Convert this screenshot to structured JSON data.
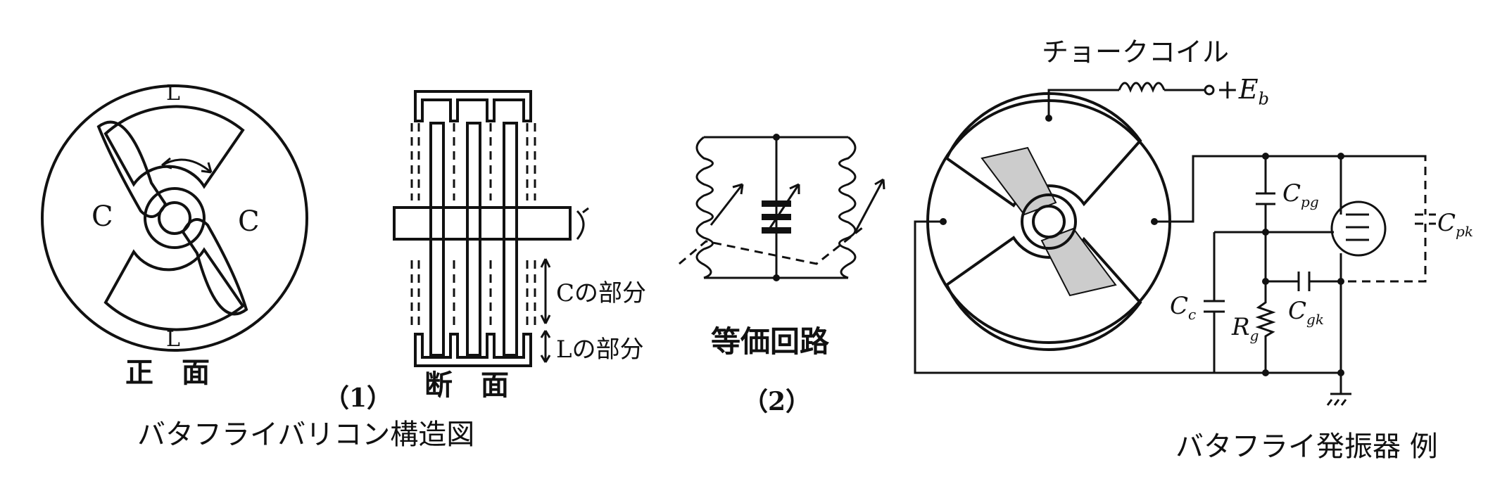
{
  "fig1": {
    "front": {
      "label_top": "L",
      "label_bottom": "L",
      "label_left": "C",
      "label_right": "C",
      "caption": "正　面"
    },
    "section": {
      "c_part": "Cの部分",
      "l_part": "Lの部分",
      "caption": "断　面"
    },
    "number": "（1）",
    "title": "バタフライバリコン構造図"
  },
  "fig2": {
    "caption": "等価回路",
    "number": "（2）"
  },
  "fig3": {
    "choke_label": "チョークコイル",
    "eb_label": "+E",
    "eb_sub": "b",
    "cpg": "C",
    "cpg_sub": "pg",
    "cpk": "C",
    "cpk_sub": "pk",
    "cc": "C",
    "cc_sub": "c",
    "rg": "R",
    "rg_sub": "g",
    "cgk": "C",
    "cgk_sub": "gk",
    "title": "バタフライ発振器 例"
  }
}
